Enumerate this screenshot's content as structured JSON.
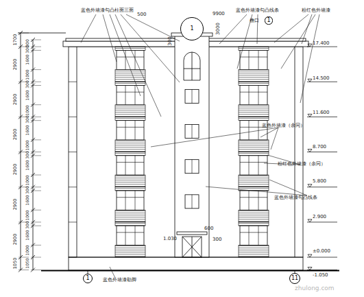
{
  "diagram": {
    "nodes": [
      {
        "text": [
          "1"
        ]
      },
      {
        "text": [
          "1"
        ]
      },
      {
        "text": [
          "1"
        ]
      },
      {
        "text": [
          "11"
        ]
      }
    ],
    "labels": [
      "蓝色外墙漆勾凸柱面三面",
      "500",
      "9900",
      "300",
      "3000",
      "蓝色外墙漆勾凸线条",
      "粉红色外墙漆",
      "檐口",
      "17.400",
      "14.500",
      "11.600",
      "8.700",
      "5.800",
      "2.900",
      "±0.000",
      "-1.050",
      "蓝色外墙漆（余同）",
      "粉红色外墙漆（余同）",
      "蓝色外墙漆勾凸线条",
      "1.030",
      "600",
      "300",
      "蓝色外墙漆勒脚",
      "zhulong.com",
      "1700",
      "2900",
      "2900",
      "2900",
      "2900",
      "2900",
      "2900",
      "1050",
      "300",
      "300",
      "1600",
      "1000",
      "300",
      "1600",
      "1000",
      "300",
      "1600",
      "1000",
      "300",
      "1600",
      "1000",
      "300",
      "1600",
      "1000",
      "300",
      "1600",
      "1000",
      "1050"
    ]
  }
}
